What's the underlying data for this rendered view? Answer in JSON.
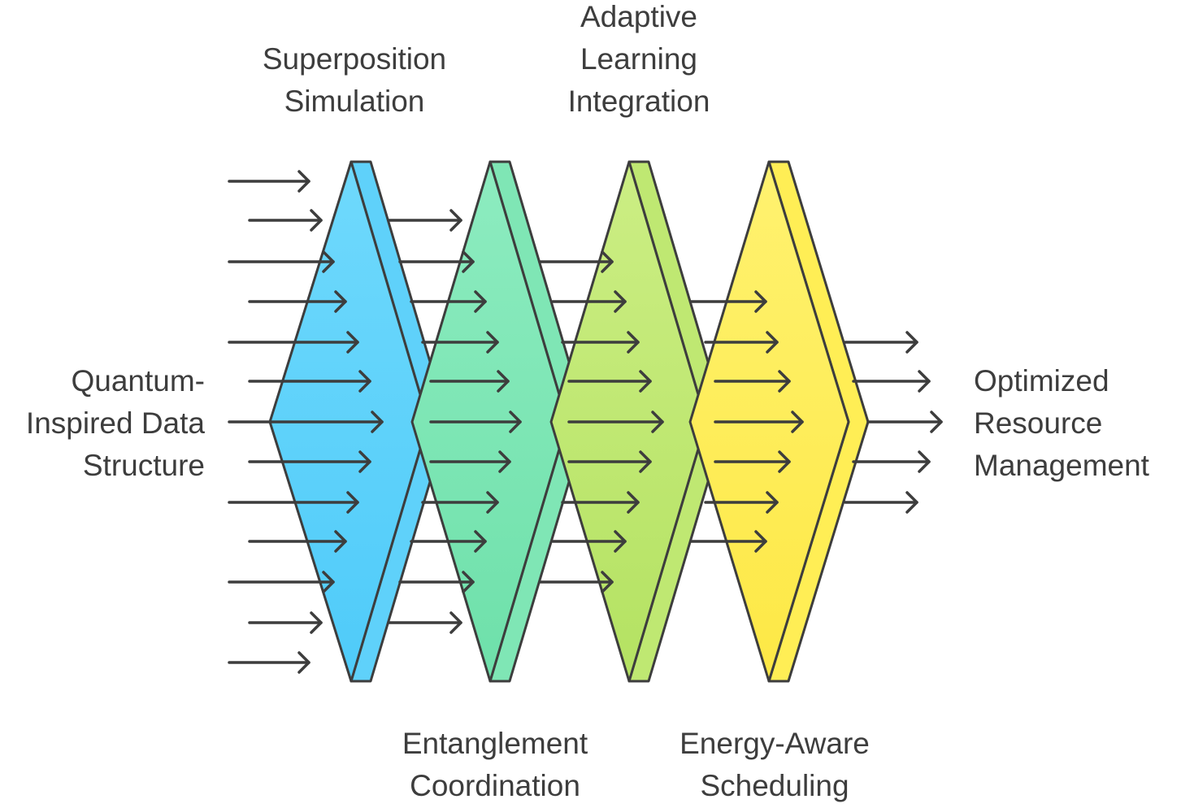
{
  "diagram": {
    "input_label": [
      "Quantum-",
      "Inspired Data",
      "Structure"
    ],
    "stages": [
      {
        "label": [
          "Superposition",
          "Simulation"
        ],
        "color": "#5FD1FA"
      },
      {
        "label": [
          "Entanglement",
          "Coordination"
        ],
        "color": "#7FE6B5"
      },
      {
        "label": [
          "Adaptive",
          "Learning",
          "Integration"
        ],
        "color": "#BFE872"
      },
      {
        "label": [
          "Energy-Aware",
          "Scheduling"
        ],
        "color": "#FFEE55"
      }
    ],
    "output_label": [
      "Optimized",
      "Resource",
      "Management"
    ],
    "stroke_color": "#3d3d3d"
  }
}
